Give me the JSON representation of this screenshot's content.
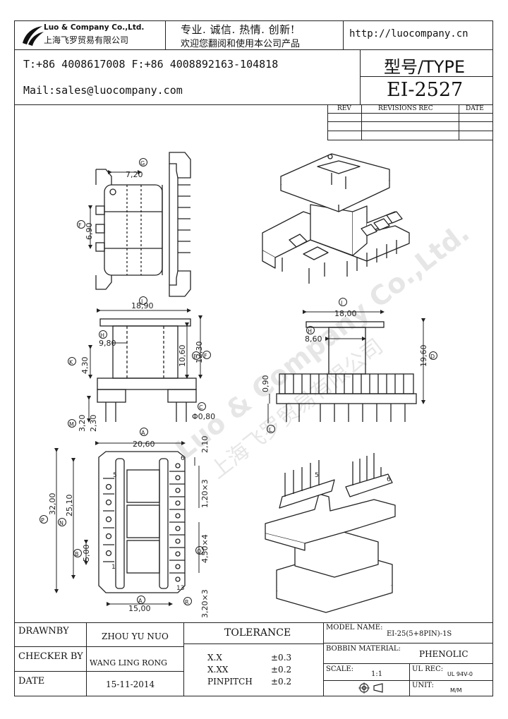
{
  "company": {
    "name_en": "Luo & Company Co.,Ltd.",
    "name_cn": "上海飞罗贸易有限公司",
    "slogan_line1": "专业. 诚信. 热情. 创新!",
    "slogan_line2": "欢迎您翻阅和使用本公司产品",
    "website": "http://luocompany.cn",
    "phone_fax": "T:+86 4008617008 F:+86 4008892163-104818",
    "mail": "Mail:sales@luocompany.com"
  },
  "type_box": {
    "label": "型号/TYPE",
    "value": "EI-2527"
  },
  "revisions": {
    "rev": "REV",
    "rec": "REVISIONS REC",
    "date": "DATE"
  },
  "watermark": {
    "en": "Luo & Company Co.,Ltd.",
    "cn": "上海飞罗贸易有限公司"
  },
  "dimensions": {
    "top_view": {
      "G": "G",
      "width": "7,20",
      "F": "F",
      "pitch": "6,90"
    },
    "front_view": {
      "J": "J",
      "w": "18,90",
      "H": "H",
      "h1": "9,80",
      "E": "E",
      "h2": "10,60",
      "F": "F",
      "h3": "12,30",
      "K": "K",
      "h4": "4,30",
      "M": "M",
      "p1": "3,20",
      "p2": "2,30",
      "C": "C",
      "pin": "Φ0,80"
    },
    "side_view": {
      "I": "I",
      "w": "18,00",
      "H": "H",
      "h1": "8,60",
      "D": "D",
      "h2": "19,60",
      "base": "0,90",
      "L": "L"
    },
    "bottom_view": {
      "A": "A",
      "w1": "20,60",
      "p": "P",
      "h1": "32,00",
      "N": "N",
      "h2": "25,10",
      "B": "B",
      "h3": "5,00",
      "d1": "2,10",
      "d2": "1,20×3",
      "d3": "4,50×4",
      "Q": "Q",
      "w2": "15,00",
      "A2": "A",
      "d4": "3,20×3",
      "R": "R",
      "pin5": "5",
      "pin6": "6",
      "pin1": "1",
      "pin13": "13"
    },
    "iso_pins": {
      "p5": "5",
      "p6": "6"
    }
  },
  "title_block": {
    "drawn_label": "DRAWNBY",
    "drawn_value": "ZHOU YU NUO",
    "checker_label": "CHECKER BY",
    "checker_value": "WANG LING RONG",
    "date_label": "DATE",
    "date_value": "15-11-2014",
    "tolerance_label": "TOLERANCE",
    "tol_xx_label": "X.X",
    "tol_xx_value": "±0.3",
    "tol_xxx_label": "X.XX",
    "tol_xxx_value": "±0.2",
    "tol_pin_label": "PINPITCH",
    "tol_pin_value": "±0.2",
    "model_label": "MODEL NAME:",
    "model_value": "EI-25(5+8PIN)-1S",
    "bobbin_label": "BOBBIN MATERIAL:",
    "bobbin_value": "PHENOLIC",
    "scale_label": "SCALE:",
    "scale_value": "1:1",
    "ulrec_label": "UL REC:",
    "ulrec_value": "UL 94V-0",
    "unit_label": "UNIT:",
    "unit_value": "M/M"
  }
}
